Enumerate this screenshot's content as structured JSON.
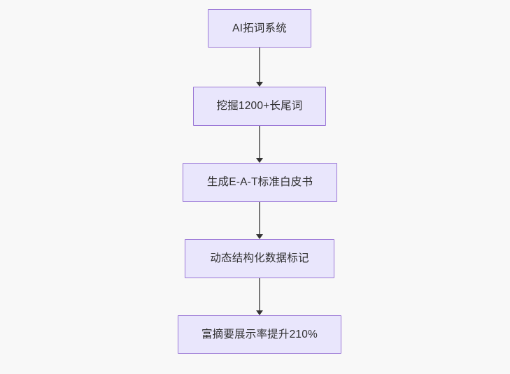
{
  "diagram": {
    "type": "flowchart",
    "direction": "top-to-bottom",
    "background_color": "#f8f8f8",
    "node_fill_color": "#e9e6fc",
    "node_border_color": "#9a76d6",
    "node_text_color": "#2f2f2f",
    "edge_line_color": "#777777",
    "edge_arrow_color": "#333333",
    "nodes": [
      {
        "id": "node-1",
        "label": "AI拓词系统"
      },
      {
        "id": "node-2",
        "label": "挖掘1200+长尾词"
      },
      {
        "id": "node-3",
        "label": "生成E-A-T标准白皮书"
      },
      {
        "id": "node-4",
        "label": "动态结构化数据标记"
      },
      {
        "id": "node-5",
        "label": "富摘要展示率提升210%"
      }
    ],
    "edges": [
      {
        "id": "edge-1",
        "from": "node-1",
        "to": "node-2",
        "arrow": "down"
      },
      {
        "id": "edge-2",
        "from": "node-2",
        "to": "node-3",
        "arrow": "down"
      },
      {
        "id": "edge-3",
        "from": "node-3",
        "to": "node-4",
        "arrow": "down"
      },
      {
        "id": "edge-4",
        "from": "node-4",
        "to": "node-5",
        "arrow": "down"
      }
    ]
  }
}
